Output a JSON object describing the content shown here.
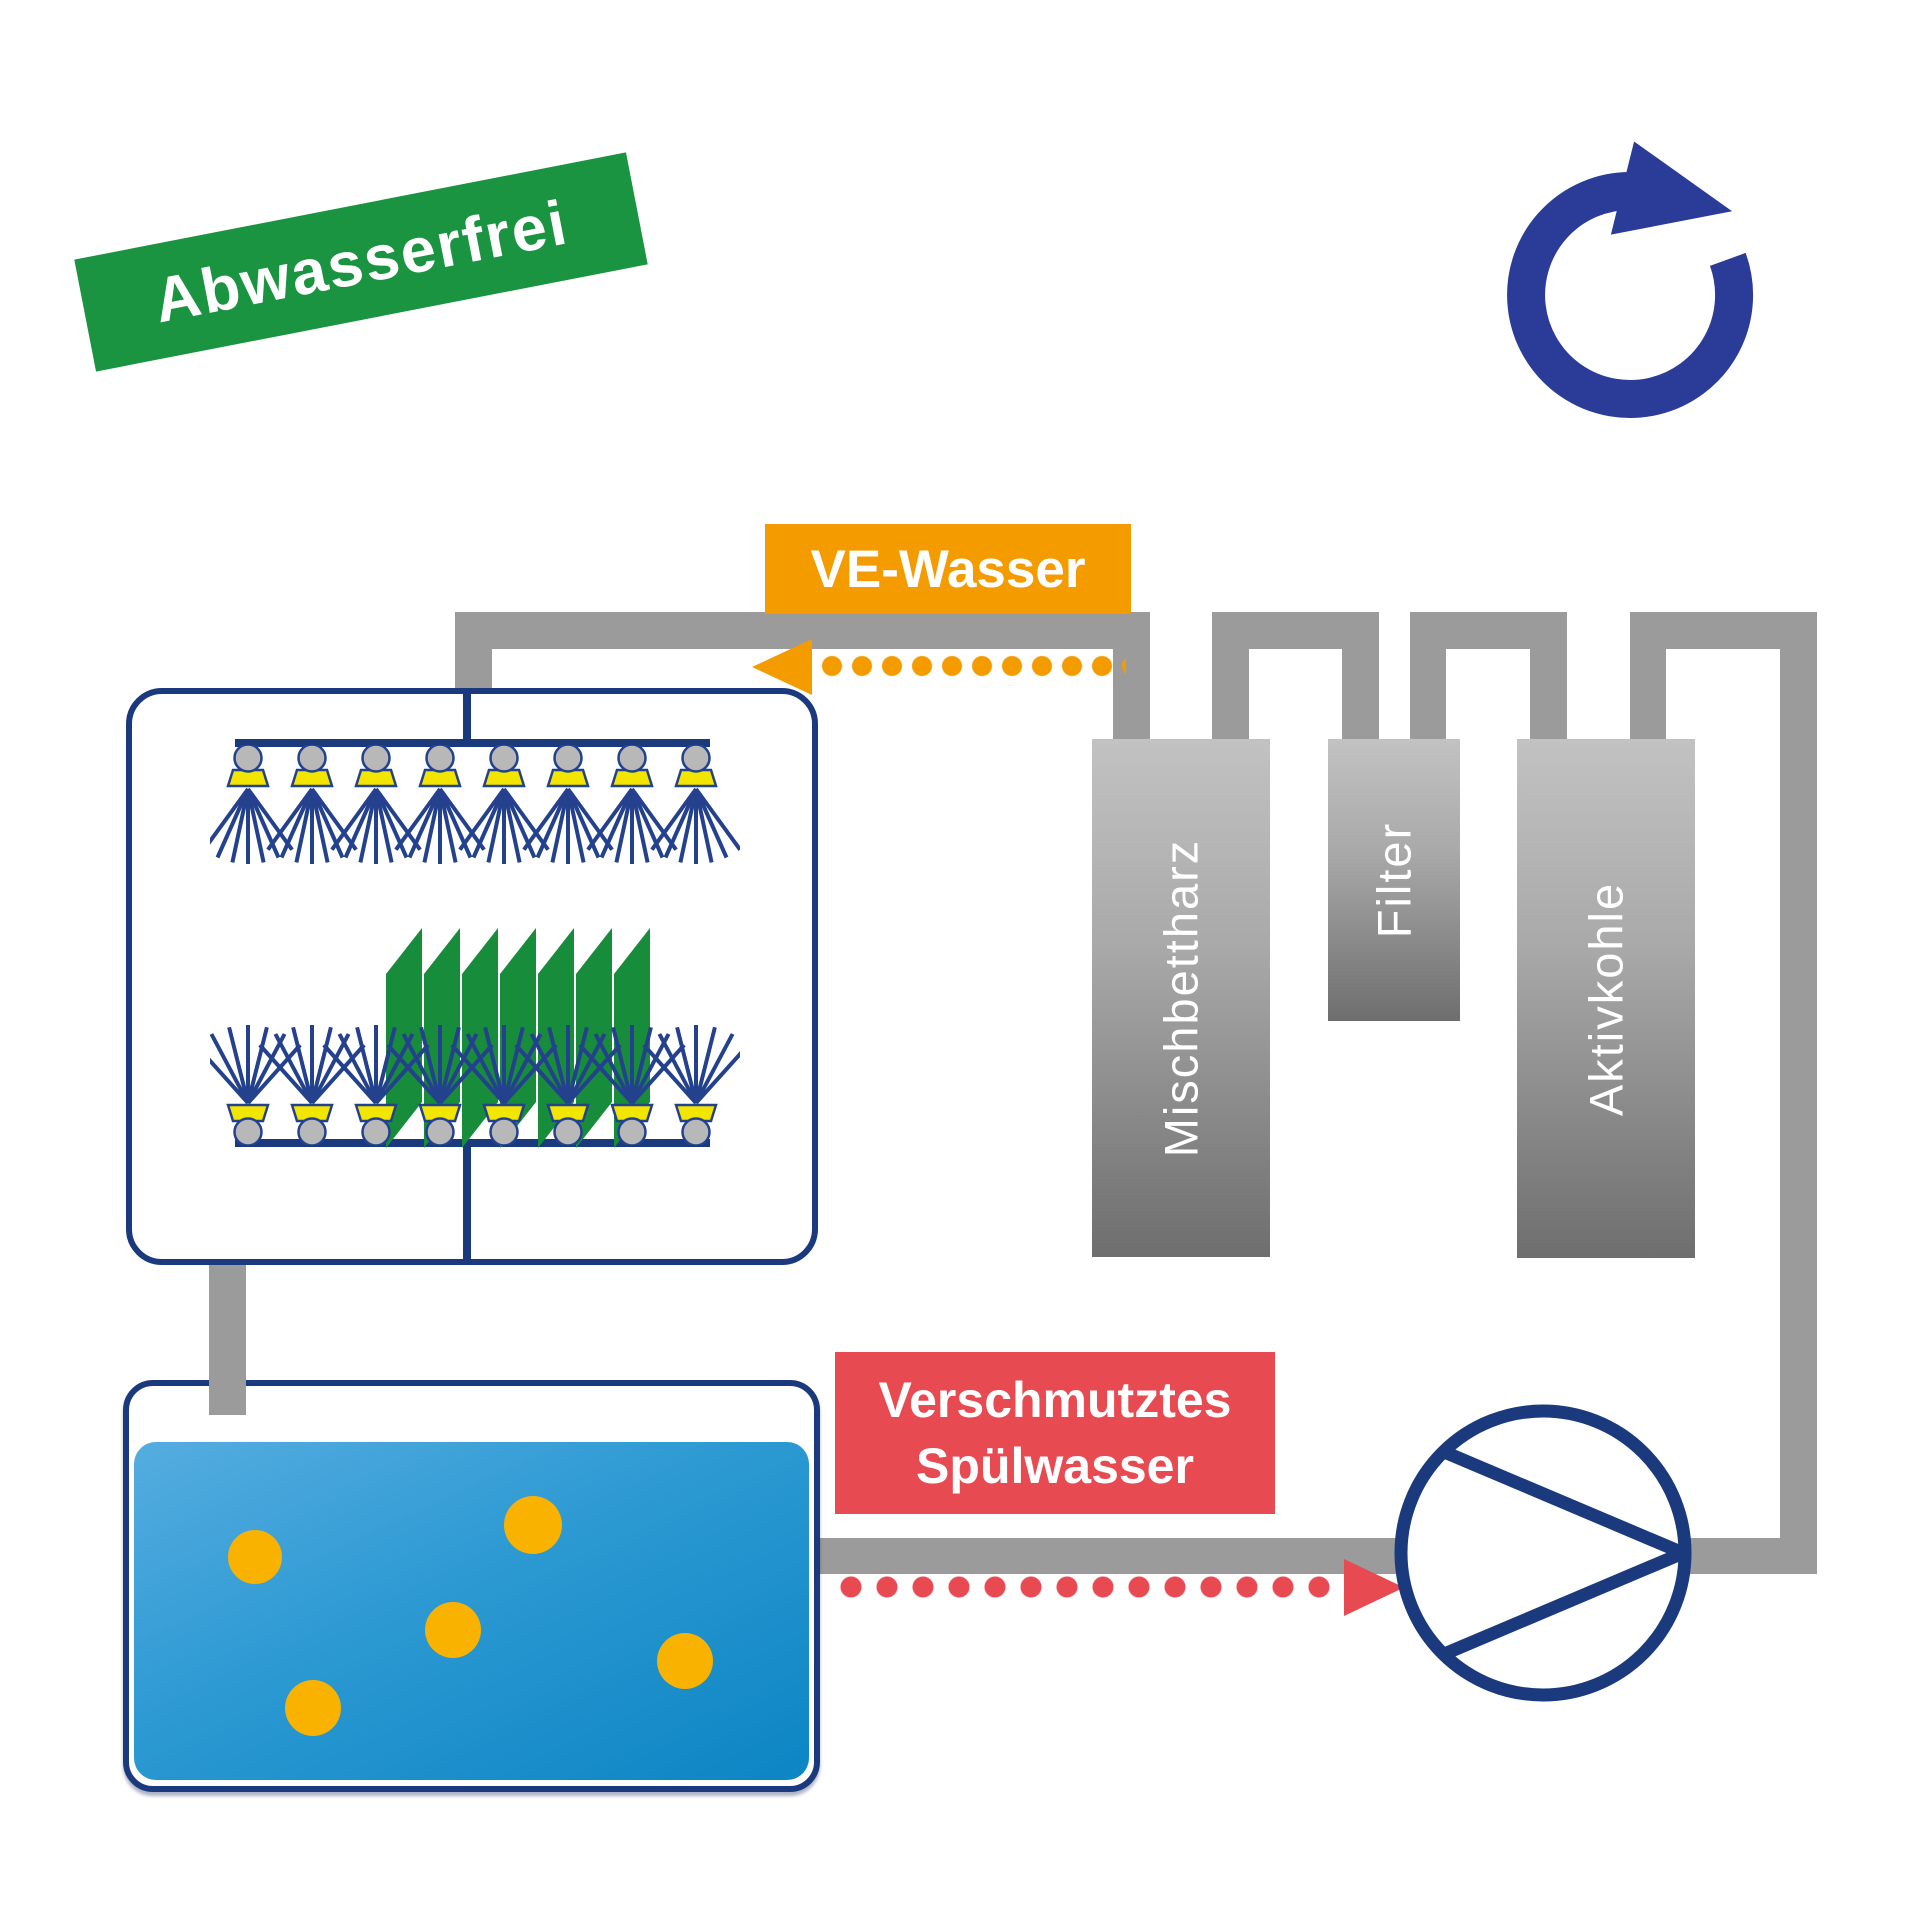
{
  "title_banner": {
    "label": "Abwasserfrei"
  },
  "flow_labels": {
    "clean_water": "VE-Wasser",
    "dirty_water_line1": "Verschmutztes",
    "dirty_water_line2": "Spülwasser"
  },
  "treatment_columns": [
    {
      "label": "Mischbettharz"
    },
    {
      "label": "Filter"
    },
    {
      "label": "Aktivkohle"
    }
  ],
  "icons": {
    "recycle": "recycle-loop-arrow",
    "pump": "centrifugal-pump",
    "spray": "spray-nozzle",
    "workpieces": "green-workpiece-stack",
    "contamination": "dirt-particles"
  },
  "colors": {
    "banner_green": "#1a9440",
    "workpiece_green": "#178c3b",
    "accent_orange": "#f49b00",
    "contamination_orange": "#f9b200",
    "accent_red": "#e84a52",
    "navy": "#1b3a7e",
    "recycle_blue": "#2b3b98",
    "pipe_gray": "#9b9b9b",
    "column_gray_top": "#c2c2c2",
    "column_gray_bottom": "#6e6e6e",
    "water_top": "#55ade0",
    "water_bottom": "#0c85c4",
    "nozzle_yellow": "#f2e500"
  }
}
